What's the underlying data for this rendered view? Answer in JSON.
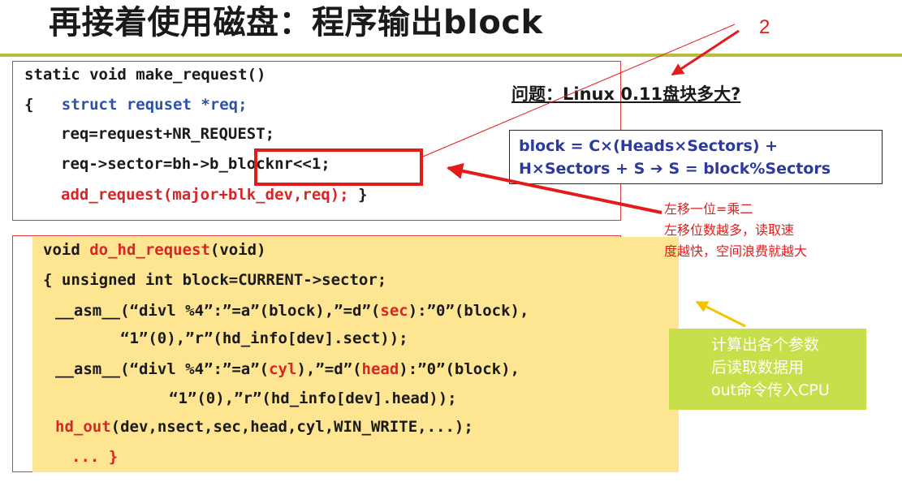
{
  "title": "再接着使用磁盘：程序输出block",
  "page_number": "2",
  "code1": {
    "line1": "static void make_request()",
    "line2_brace": "{",
    "line2_kw": "struct requset *req;",
    "line3": "req=request+NR_REQUEST;",
    "line4_prefix": "req->sector=bh->",
    "line4_highlight": "b_blocknr<<1;",
    "line5_red": "add_request(major+blk_dev,req);",
    "line5_end": "}"
  },
  "code2": {
    "l1_a": "void ",
    "l1_b": "do_hd_request",
    "l1_c": "(void)",
    "l2": "{ unsigned int block=CURRENT->sector;",
    "l3_a": "__asm__(“divl %4”:”=a”(block),”=d”(",
    "l3_b": "sec",
    "l3_c": "):”0”(block),",
    "l4": "“1”(0),”r”(hd_info[dev].sect));",
    "l5_a": "__asm__(“divl %4”:”=a”(",
    "l5_b": "cyl",
    "l5_c": "),”=d”(",
    "l5_d": "head",
    "l5_e": "):”0”(block),",
    "l6": "“1”(0),”r”(hd_info[dev].head));",
    "l7_a": "hd_out",
    "l7_b": "(dev,nsect,sec,head,cyl,WIN_WRITE,...);",
    "l8": "... }"
  },
  "question": "问题：Linux 0.11盘块多大?",
  "formula": {
    "line1": "block = C×(Heads×Sectors) +",
    "line2": "H×Sectors + S ➔ S = block%Sectors"
  },
  "red_notes": {
    "line1": "左移一位=乘二",
    "line2": "左移位数越多，读取速",
    "line3": "度越快，空间浪费就越大"
  },
  "green_note": {
    "line1": "计算出各个参数",
    "line2": "后读取数据用",
    "line3": "out命令传入CPU"
  },
  "colors": {
    "accent_rule": "#b8bd3d",
    "code_highlight_red": "#d82626",
    "keyword_blue": "#2e52a6",
    "formula_blue": "#2b3a9c",
    "note_yellow_bg": "#fde592",
    "note_green_bg": "#c5e04a",
    "arrow_red": "#e31b1b",
    "arrow_yellow": "#f5c400"
  }
}
